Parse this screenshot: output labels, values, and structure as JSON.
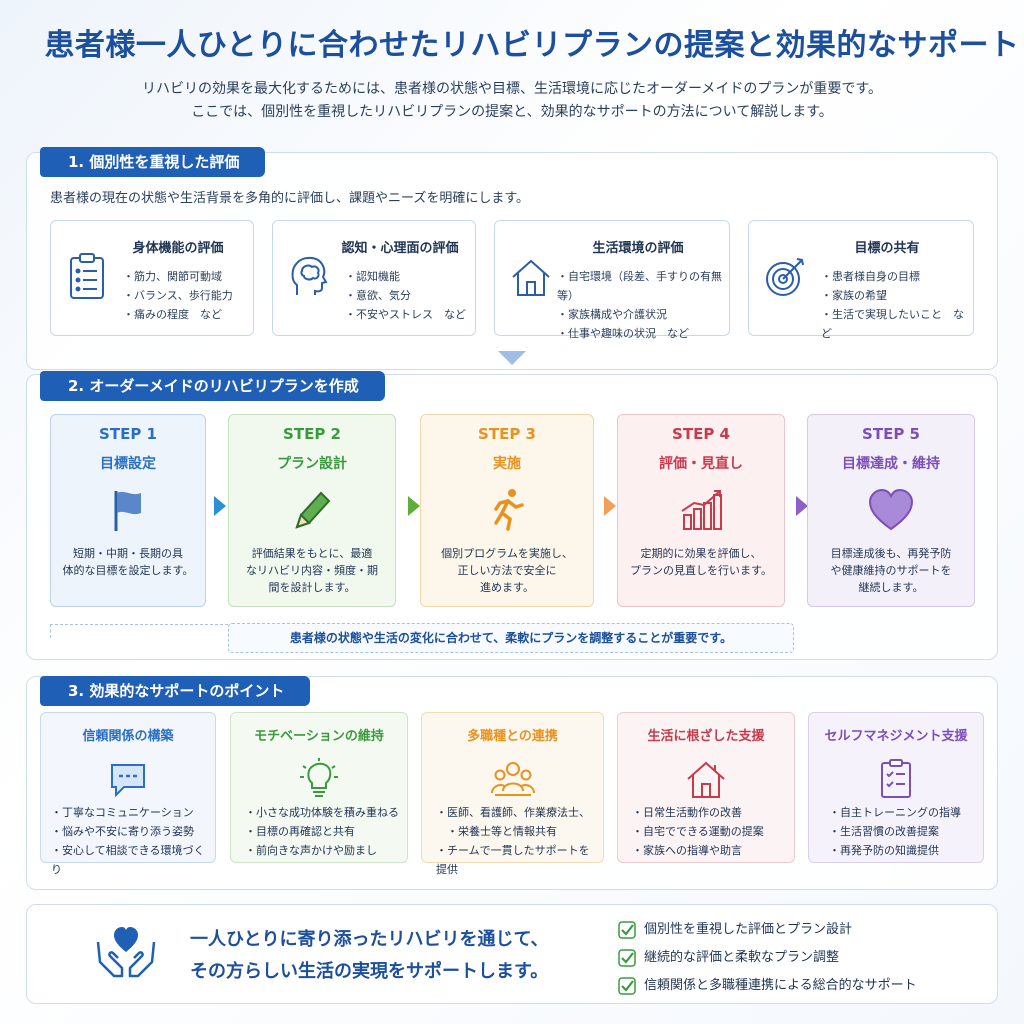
{
  "title": "患者様一人ひとりに合わせたリハビリプランの提案と効果的なサポート",
  "intro": [
    "リハビリの効果を最大化するためには、患者様の状態や目標、生活環境に応じたオーダーメイドのプランが重要です。",
    "ここでは、個別性を重視したリハビリプランの提案と、効果的なサポートの方法について解説します。"
  ],
  "section1": {
    "heading": "1. 個別性を重視した評価",
    "description": "患者様の現在の状態や生活背景を多角的に評価し、課題やニーズを明確にします。",
    "cards": [
      {
        "title": "身体機能の評価",
        "icon": "clipboard-icon",
        "items": [
          "筋力、関節可動域",
          "バランス、歩行能力",
          "痛みの程度　など"
        ]
      },
      {
        "title": "認知・心理面の評価",
        "icon": "head-brain-icon",
        "items": [
          "認知機能",
          "意欲、気分",
          "不安やストレス　など"
        ]
      },
      {
        "title": "生活環境の評価",
        "icon": "house-icon",
        "items": [
          "自宅環境（段差、手すりの有無等）",
          "家族構成や介護状況",
          "仕事や趣味の状況　など"
        ]
      },
      {
        "title": "目標の共有",
        "icon": "target-icon",
        "items": [
          "患者様自身の目標",
          "家族の希望",
          "生活で実現したいこと　など"
        ]
      }
    ]
  },
  "section2": {
    "heading": "2. オーダーメイドのリハビリプランを作成",
    "steps": [
      {
        "num": "STEP 1",
        "name": "目標設定",
        "icon": "flag-icon",
        "desc": "短期・中期・長期の具\n体的な目標を設定します。",
        "color": "#2a6fc4",
        "bg": "#eef4fc",
        "border": "#bcd2ef"
      },
      {
        "num": "STEP 2",
        "name": "プラン設計",
        "icon": "pencil-icon",
        "desc": "評価結果をもとに、最適\nなリハビリ内容・頻度・期\n間を設計します。",
        "color": "#3a9a3e",
        "bg": "#f1f8ee",
        "border": "#c5e2bd"
      },
      {
        "num": "STEP 3",
        "name": "実施",
        "icon": "running-person-icon",
        "desc": "個別プログラムを実施し、\n正しい方法で安全に\n進めます。",
        "color": "#e8921f",
        "bg": "#fdf6ea",
        "border": "#f2d6a8"
      },
      {
        "num": "STEP 4",
        "name": "評価・見直し",
        "icon": "bar-chart-icon",
        "desc": "定期的に効果を評価し、\nプランの見直しを行います。",
        "color": "#c93a4b",
        "bg": "#fcf0f1",
        "border": "#eec3c8"
      },
      {
        "num": "STEP 5",
        "name": "目標達成・維持",
        "icon": "heart-icon",
        "desc": "目標達成後も、再発予防\nや健康維持のサポートを\n継続します。",
        "color": "#7b4fb8",
        "bg": "#f4f0fa",
        "border": "#d6c8ec"
      }
    ],
    "note": "患者様の状態や生活の変化に合わせて、柔軟にプランを調整することが重要です。"
  },
  "section3": {
    "heading": "3. 効果的なサポートのポイント",
    "points": [
      {
        "title": "信頼関係の構築",
        "icon": "chat-bubble-icon",
        "items": [
          "丁寧なコミュニケーション",
          "悩みや不安に寄り添う姿勢",
          "安心して相談できる環境づくり"
        ],
        "color": "#2a6fc4",
        "bg": "#f3f7fd",
        "border": "#c8d9f0"
      },
      {
        "title": "モチベーションの維持",
        "icon": "lightbulb-icon",
        "items": [
          "小さな成功体験を積み重ねる",
          "目標の再確認と共有",
          "前向きな声かけや励まし"
        ],
        "color": "#3a9a3e",
        "bg": "#f4f9f2",
        "border": "#cfe5c8"
      },
      {
        "title": "多職種との連携",
        "icon": "team-icon",
        "items": [
          "医師、看護師、作業療法士、",
          "栄養士等と情報共有",
          "チームで一貫したサポートを提供"
        ],
        "color": "#e8921f",
        "bg": "#fdf8ef",
        "border": "#f2dcb4"
      },
      {
        "title": "生活に根ざした支援",
        "icon": "house-icon",
        "items": [
          "日常生活動作の改善",
          "自宅でできる運動の提案",
          "家族への指導や助言"
        ],
        "color": "#c93a4b",
        "bg": "#fcf3f4",
        "border": "#efcbd0"
      },
      {
        "title": "セルフマネジメント支援",
        "icon": "checklist-icon",
        "items": [
          "自主トレーニングの指導",
          "生活習慣の改善提案",
          "再発予防の知識提供"
        ],
        "color": "#7b4fb8",
        "bg": "#f6f2fb",
        "border": "#dccfee"
      }
    ]
  },
  "footer": {
    "icon": "hands-heart-icon",
    "message": [
      "一人ひとりに寄り添ったリハビリを通じて、",
      "その方らしい生活の実現をサポートします。"
    ],
    "checks": [
      "個別性を重視した評価とプラン設計",
      "継続的な評価と柔軟なプラン調整",
      "信頼関係と多職種連携による総合的なサポート"
    ]
  }
}
